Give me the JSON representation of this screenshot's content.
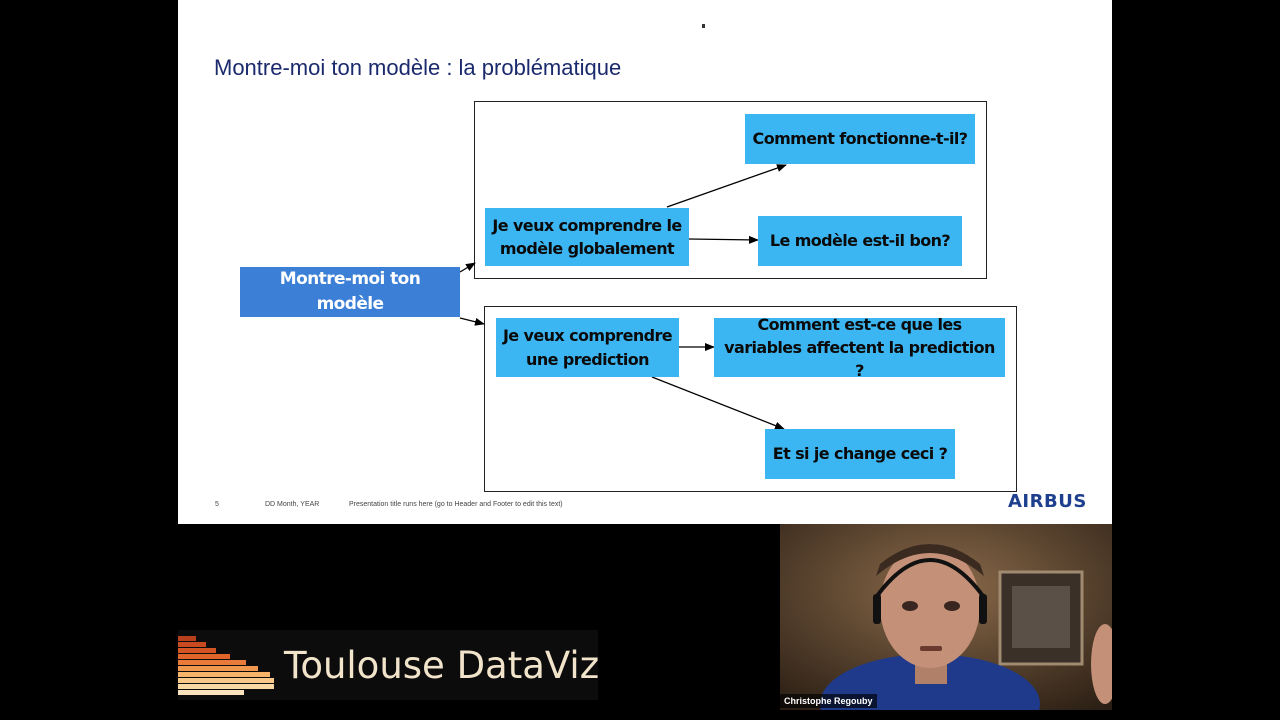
{
  "slide": {
    "title": "Montre-moi ton modèle : la problématique",
    "boxes": {
      "root": "Montre-moi ton modèle",
      "global": "Je veux comprendre le modèle globalement",
      "how": "Comment fonctionne-t-il?",
      "good": "Le modèle est-il bon?",
      "prediction": "Je veux comprendre une prediction",
      "variables": "Comment est-ce que les variables affectent la prediction ?",
      "change": "Et si je change ceci ?"
    },
    "footer": {
      "page_number": "5",
      "date": "DD Month, YEAR",
      "presentation_title": "Presentation title runs here (go to Header and Footer to edit this text)"
    },
    "logo": "AIRBUS"
  },
  "branding": {
    "name": "Toulouse DataViz"
  },
  "webcam": {
    "speaker_name": "Christophe Regouby"
  },
  "colors": {
    "box_cyan": "#3cb6f2",
    "box_blue": "#3b7fd6",
    "title_navy": "#1a2a6c",
    "airbus_blue": "#1d3f8e",
    "brand_text": "#f2e4cb",
    "brand_bars": "#e0652a"
  },
  "icons": {
    "cursor": "mouse-cursor-icon",
    "brand": "bar-chart-logo-icon"
  }
}
